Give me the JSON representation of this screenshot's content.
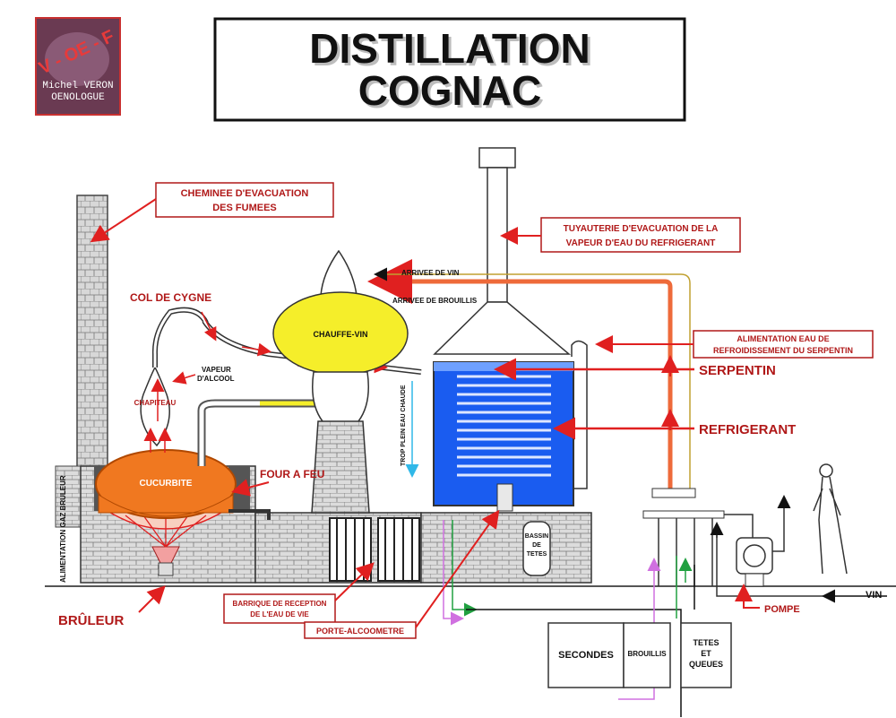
{
  "title": {
    "line1": "DISTILLATION",
    "line2": "COGNAC"
  },
  "logo": {
    "letters": "V - OE - F",
    "name": "Michel VERON",
    "role": "OENOLOGUE"
  },
  "labels": {
    "cheminee_1": "CHEMINEE D'EVACUATION",
    "cheminee_2": "DES FUMEES",
    "tuyau_1": "TUYAUTERIE D'EVACUATION DE LA",
    "tuyau_2": "VAPEUR D'EAU DU REFRIGERANT",
    "arrivee_vin": "ARRIVEE DE VIN",
    "arrivee_brouillis": "ARRIVEE DE BROUILLIS",
    "col_de_cygne": "COL DE CYGNE",
    "chauffe_vin": "CHAUFFE-VIN",
    "alim_eau_1": "ALIMENTATION EAU DE",
    "alim_eau_2": "REFROIDISSEMENT DU SERPENTIN",
    "serpentin": "SERPENTIN",
    "vapeur_1": "VAPEUR",
    "vapeur_2": "D'ALCOOL",
    "chapiteau": "CHAPITEAU",
    "trop_plein": "TROP PLEIN EAU CHAUDE",
    "refrigerant": "REFRIGERANT",
    "four_a_feu": "FOUR A FEU",
    "cucurbite": "CUCURBITE",
    "alim_gaz": "ALIMENTATION GAZ BRULEUR",
    "bassin_1": "BASSIN",
    "bassin_2": "DE",
    "bassin_3": "TETES",
    "vin": "VIN",
    "pompe": "POMPE",
    "bruleur": "BRÛLEUR",
    "barrique_1": "BARRIQUE DE RECEPTION",
    "barrique_2": "DE L'EAU DE VIE",
    "porte_alcoometre": "PORTE-ALCOOMETRE",
    "secondes": "SECONDES",
    "brouillis": "BROUILLIS",
    "tetes_1": "TETES",
    "tetes_2": "ET",
    "tetes_3": "QUEUES"
  },
  "colors": {
    "label_red": "#b01818",
    "arrow_red": "#e02020",
    "cucurbite": "#f07820",
    "chauffe_vin": "#f5ee2a",
    "refrigerant_water": "#1a5cf0",
    "pipe_orange": "#ee6a3a",
    "pipe_green": "#20a040",
    "pipe_violet": "#d070e0",
    "brick_grey": "#c8c8c8"
  }
}
